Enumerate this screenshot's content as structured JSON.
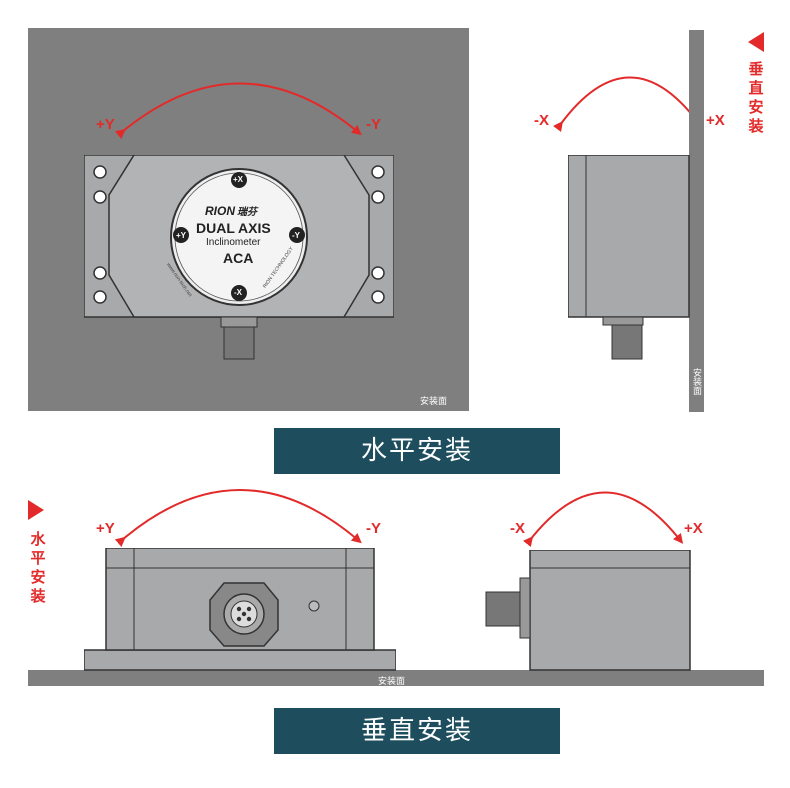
{
  "horizontal": {
    "banner": "水平安装",
    "surface_label": "安装面",
    "top_axis_left": "+Y",
    "top_axis_right": "-Y",
    "side_axis_left": "-X",
    "side_axis_right": "+X",
    "vertical_note": "垂直安装",
    "side_surface_label": "安装面"
  },
  "vertical": {
    "banner": "垂直安装",
    "surface_label": "安装面",
    "left_axis_left": "+Y",
    "left_axis_right": "-Y",
    "right_axis_left": "-X",
    "right_axis_right": "+X",
    "horizontal_note": "水平安装"
  },
  "sensor_face": {
    "brand": "RION",
    "brand_cn": "瑞芬",
    "model_line1": "DUAL AXIS",
    "model_line2": "Inclinometer",
    "model_code": "ACA",
    "url": "www.rion-tech.net",
    "company": "RION TECHNOLOGY",
    "dir_top": "+X",
    "dir_bottom": "-X",
    "dir_left": "+Y",
    "dir_right": "-Y"
  },
  "colors": {
    "accent_red": "#e32a2a",
    "banner": "#1e4e5e",
    "surface_gray": "#7f7f7f",
    "body_gray": "#a8a9ab"
  }
}
